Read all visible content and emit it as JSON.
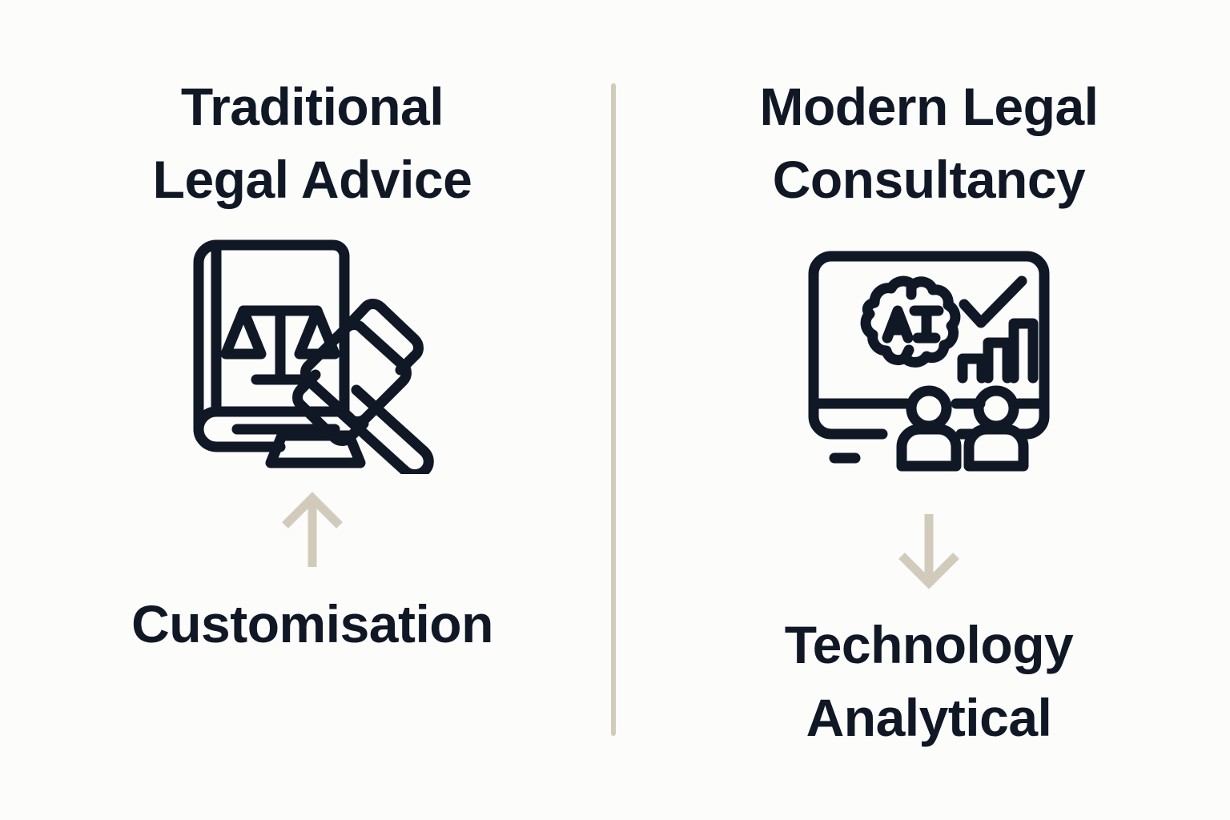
{
  "page": {
    "background_color": "#FCFCFA",
    "text_color": "#101826",
    "accent_color": "#D2CBBC",
    "layout": "two-column comparison"
  },
  "divider": {
    "name": "vertical-divider",
    "color": "#D2CBBC"
  },
  "columns": [
    {
      "id": "traditional",
      "heading_line_1": "Traditional",
      "heading_line_2": "Legal Advice",
      "icon": {
        "name": "law-book-gavel-icon",
        "parts": [
          "law-book",
          "scales-of-justice",
          "gavel",
          "sound-block"
        ],
        "color": "#101826"
      },
      "arrow": {
        "name": "arrow-up-icon",
        "direction": "up",
        "color": "#D2CBBC"
      },
      "label_line_1": "Customisation",
      "label_line_2": ""
    },
    {
      "id": "modern",
      "heading_line_1": "Modern Legal",
      "heading_line_2": "Consultancy",
      "icon": {
        "name": "ai-analytics-monitor-icon",
        "parts": [
          "monitor",
          "brain",
          "ai-text",
          "checkmark",
          "bar-chart",
          "user-avatars"
        ],
        "brain_text": "AI",
        "color": "#101826"
      },
      "arrow": {
        "name": "arrow-down-icon",
        "direction": "down",
        "color": "#D2CBBC"
      },
      "label_line_1": "Technology",
      "label_line_2": "Analytical"
    }
  ]
}
